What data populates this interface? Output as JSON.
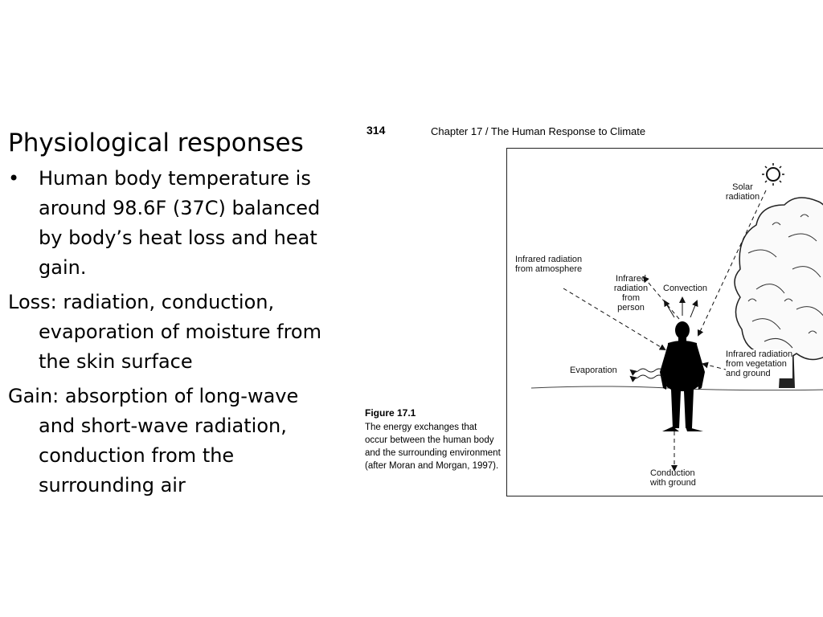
{
  "slide": {
    "heading": "Physiological responses",
    "bullet_marker": "•",
    "bullet": "Human body temperature is around 98.6F (37C) balanced by body’s heat loss and heat gain.",
    "loss": "Loss: radiation, conduction, evaporation of moisture from the skin surface",
    "gain": "Gain: absorption of long-wave and short-wave radiation, conduction from the surrounding air"
  },
  "figure": {
    "page_number": "314",
    "chapter_header": "Chapter 17 / The Human Response to Climate",
    "caption_title": "Figure 17.1",
    "caption_body": "The energy exchanges that occur between the human body and the surrounding environment (after Moran and Morgan, 1997).",
    "labels": {
      "solar_1": "Solar",
      "solar_2": "radiation",
      "ir_atm_1": "Infrared radiation",
      "ir_atm_2": "from atmosphere",
      "ir_person_1": "Infrared",
      "ir_person_2": "radiation",
      "ir_person_3": "from",
      "ir_person_4": "person",
      "convection": "Convection",
      "evaporation": "Evaporation",
      "ir_veg_1": "Infrared radiation",
      "ir_veg_2": "from vegetation",
      "ir_veg_3": "and ground",
      "conduction_1": "Conduction",
      "conduction_2": "with ground"
    }
  }
}
